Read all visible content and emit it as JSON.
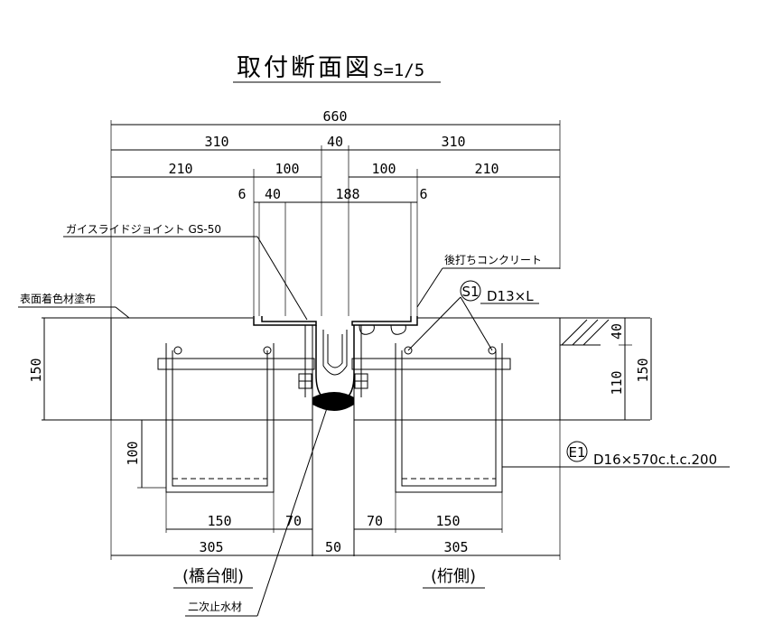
{
  "title": "取付断面図",
  "scale": "S=1/5",
  "labels": {
    "joint": "ガイスライドジョイント GS-50",
    "surface_paint": "表面着色材塗布",
    "post_concrete": "後打ちコンクリート",
    "secondary_water_stop": "二次止水材",
    "abutment_side": "(橋台側)",
    "girder_side": "(桁側)"
  },
  "rebar": {
    "s1_symbol": "S1",
    "s1_spec": "D13×L",
    "e1_symbol": "E1",
    "e1_spec": "D16×570c.t.c.200"
  },
  "dimensions": {
    "total": "660",
    "half_left": "310",
    "center": "40",
    "half_right": "310",
    "outer_left": "210",
    "inner_left": "100",
    "inner_right": "100",
    "outer_right": "210",
    "plate_left_edge": "6",
    "plate_left_offset": "40",
    "plate_width": "188",
    "plate_right_edge": "6",
    "depth_left": "150",
    "top_layer": "40",
    "lower_layer": "110",
    "depth_right": "150",
    "anchor_depth": "100",
    "anchor_left_width": "150",
    "anchor_left_gap": "70",
    "anchor_right_gap": "70",
    "anchor_right_width": "150",
    "base_left": "305",
    "gap": "50",
    "base_right": "305"
  }
}
